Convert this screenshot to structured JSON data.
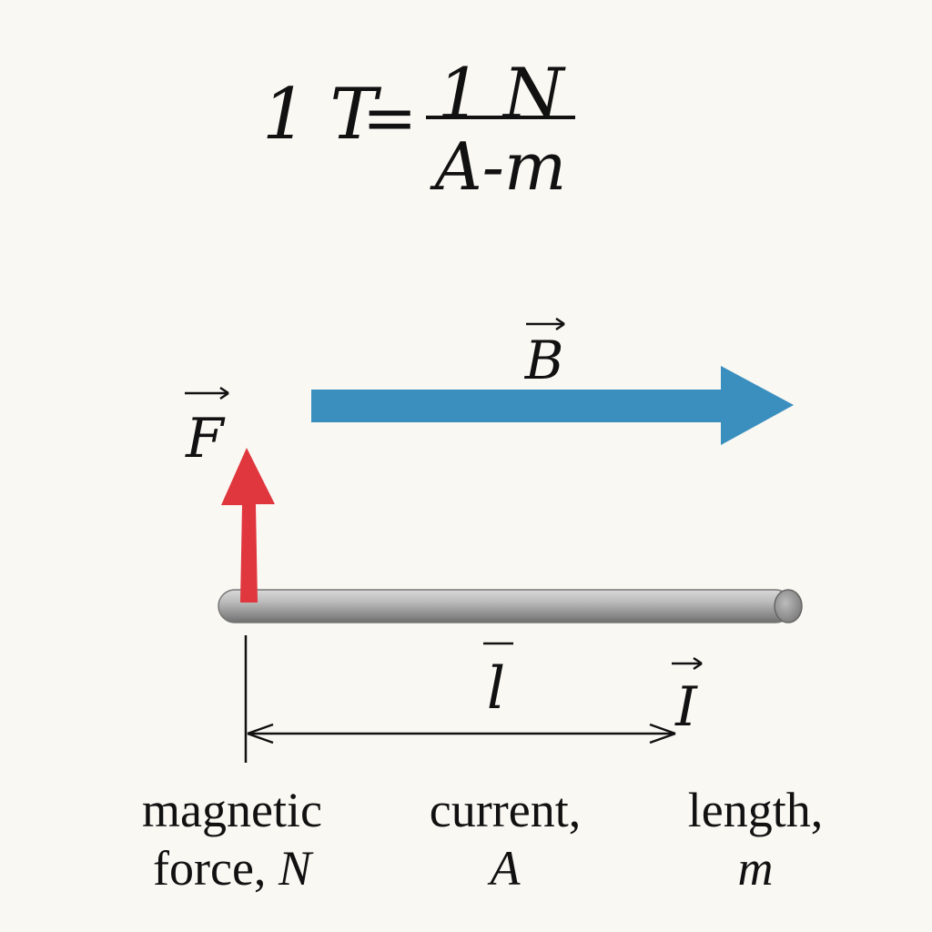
{
  "formula": {
    "lhs": "1 T",
    "equals": "=",
    "numerator": "1 N",
    "denominator": "A-m"
  },
  "vector_labels": {
    "field": "B",
    "force": "F",
    "length": "l",
    "current": "I"
  },
  "captions": [
    {
      "line1": "magnetic",
      "line2_text": "force, ",
      "line2_unit": "N"
    },
    {
      "line1": "current,",
      "line2_text": "",
      "line2_unit": "A"
    },
    {
      "line1": "length,",
      "line2_text": "",
      "line2_unit": "m"
    }
  ],
  "colors": {
    "background": "#faf8f3",
    "field_arrow": "#3a8fbf",
    "force_arrow": "#e0363d",
    "wire": "#a9a9a9",
    "text": "#111111"
  }
}
